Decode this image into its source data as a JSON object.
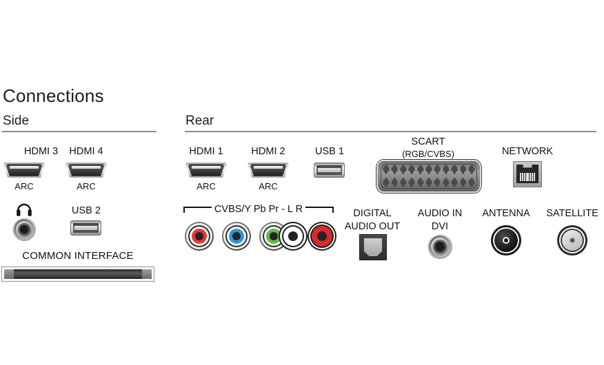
{
  "page": {
    "title": "Connections",
    "background": "#ffffff",
    "text_color": "#1a1a1a",
    "rule_color": "#8a8a8a"
  },
  "sections": {
    "side": {
      "heading": "Side",
      "ports": {
        "hdmi3": {
          "label": "HDMI 3",
          "sub": "ARC",
          "icon": "hdmi-icon"
        },
        "hdmi4": {
          "label": "HDMI 4",
          "sub": "ARC",
          "icon": "hdmi-icon"
        },
        "headphone": {
          "label": "",
          "icon": "headphone-icon"
        },
        "usb2": {
          "label": "USB 2",
          "icon": "usb-icon"
        },
        "common_interface": {
          "label": "COMMON INTERFACE",
          "icon": "ci-slot-icon"
        }
      }
    },
    "rear": {
      "heading": "Rear",
      "ports": {
        "hdmi1": {
          "label": "HDMI 1",
          "sub": "ARC",
          "icon": "hdmi-icon"
        },
        "hdmi2": {
          "label": "HDMI 2",
          "sub": "ARC",
          "icon": "hdmi-icon"
        },
        "usb1": {
          "label": "USB 1",
          "icon": "usb-icon"
        },
        "scart": {
          "label": "SCART",
          "sub": "(RGB/CVBS)",
          "icon": "scart-icon",
          "pins_per_row": 11
        },
        "network": {
          "label": "NETWORK",
          "icon": "rj45-icon",
          "pins": 8
        },
        "component": {
          "label": "CVBS/Y Pb Pr - L R",
          "jacks": [
            {
              "name": "cvbs-y",
              "color": "#e23a32"
            },
            {
              "name": "pb",
              "color": "#2f97d8"
            },
            {
              "name": "pr",
              "color": "#5fbb46"
            },
            {
              "name": "audio-l",
              "color": "#ffffff"
            },
            {
              "name": "audio-r",
              "color": "#d92b2b"
            }
          ]
        },
        "digital_audio_out": {
          "label_line1": "DIGITAL",
          "label_line2": "AUDIO OUT",
          "icon": "toslink-icon"
        },
        "audio_in_dvi": {
          "label_line1": "AUDIO IN",
          "label_line2": "DVI",
          "icon": "minijack-icon"
        },
        "antenna": {
          "label": "ANTENNA",
          "icon": "coax-icon"
        },
        "satellite": {
          "label": "SATELLITE",
          "icon": "f-connector-icon"
        }
      }
    }
  }
}
